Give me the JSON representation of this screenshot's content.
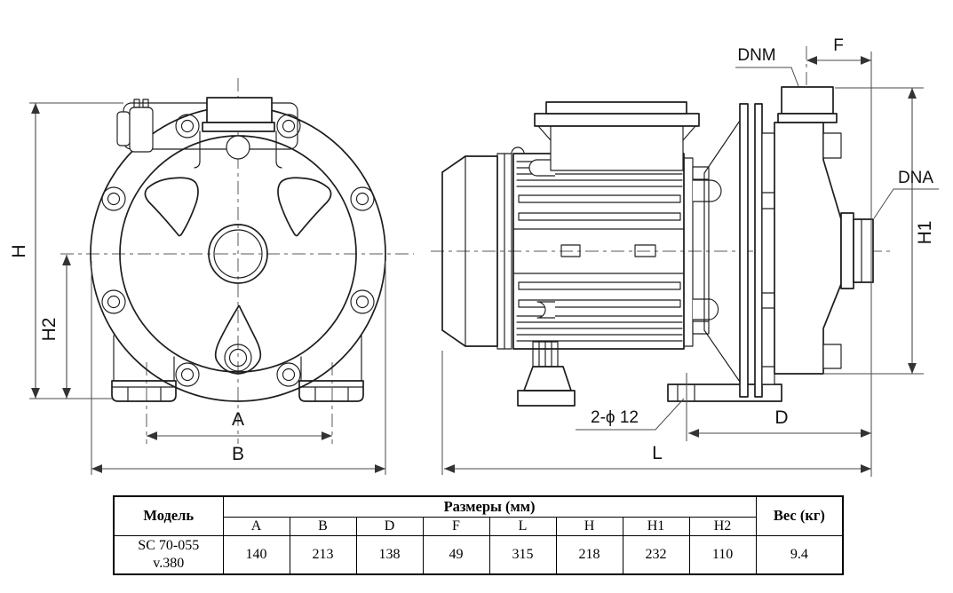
{
  "drawing": {
    "front_view": {
      "name": "pump front view",
      "dim_labels": {
        "h": "H",
        "h2": "H2",
        "a": "A",
        "b": "B"
      }
    },
    "side_view": {
      "name": "pump side view",
      "dim_labels": {
        "dnm": "DNM",
        "f": "F",
        "dna": "DNA",
        "h1": "H1",
        "d": "D",
        "l": "L",
        "holes": "2-ϕ 12"
      }
    },
    "colors": {
      "line": "#1d1d1d",
      "dim": "#4a4a4a",
      "background": "#ffffff"
    }
  },
  "table": {
    "headers": {
      "model": "Модель",
      "sizes": "Размеры (мм)",
      "weight": "Вес (кг)"
    },
    "dim_columns": [
      "A",
      "B",
      "D",
      "F",
      "L",
      "H",
      "H1",
      "H2"
    ],
    "rows": [
      {
        "model_line1": "SC 70-055",
        "model_line2": "v.380",
        "values": [
          "140",
          "213",
          "138",
          "49",
          "315",
          "218",
          "232",
          "110"
        ],
        "weight": "9.4"
      }
    ]
  }
}
